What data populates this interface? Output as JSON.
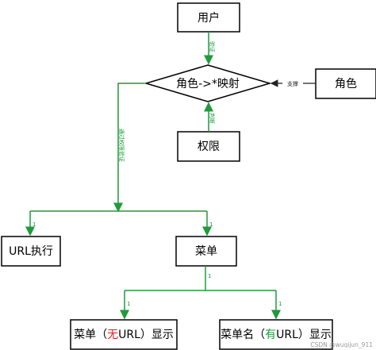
{
  "nodes": {
    "user": "用户",
    "role_mapping": "角色->*映射",
    "role": "角色",
    "permission": "权限",
    "url_exec": "URL执行",
    "menu": "菜单",
    "menu_no_url": {
      "prefix": "菜单（",
      "flag": "无",
      "suffix": "URL）显示"
    },
    "menu_name_url": {
      "prefix": "菜单名（",
      "flag": "有",
      "suffix": "URL）显示"
    }
  },
  "edges": {
    "user_to_mapping": "验证",
    "role_to_mapping": "支撑",
    "perm_to_mapping": "判断",
    "mapping_to_children": "通过权限验证"
  },
  "branch_marker": "1",
  "watermark": "CSDN @wuqijun_911",
  "colors": {
    "edge": "#1f9a3c",
    "red_flag": "#e0201b",
    "green_flag": "#1f9a3c"
  }
}
